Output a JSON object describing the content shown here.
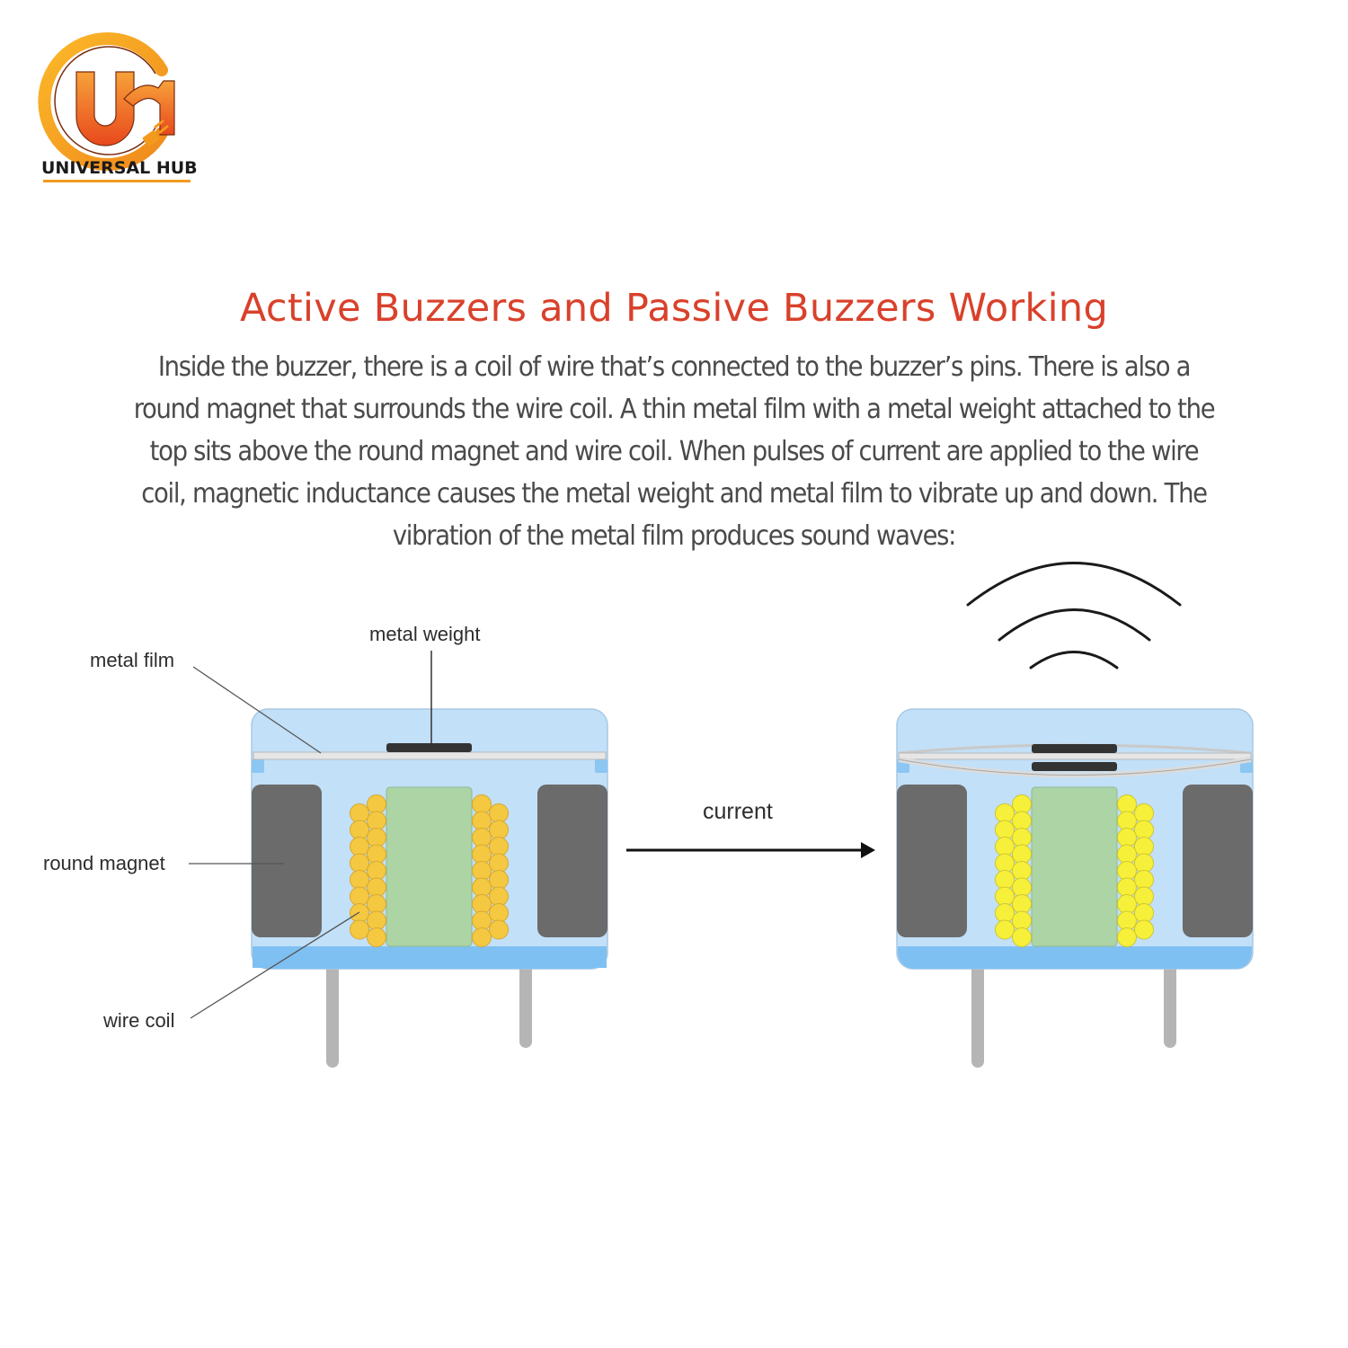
{
  "brand": {
    "name": "UNIVERSAL HUB",
    "logo_monogram": "UN",
    "colors": {
      "orange": "#f39a1e",
      "deep_orange": "#e8521d",
      "text": "#1a1a1a"
    }
  },
  "title": "Active Buzzers and Passive Buzzers Working",
  "paragraph_lines": [
    "Inside the buzzer, there is a coil of wire that’s connected to the buzzer’s pins. There is also a",
    "round magnet that surrounds the wire coil. A thin metal film with a metal weight attached to the",
    "top sits above the round magnet and wire coil. When pulses of current are applied to the wire",
    "coil, magnetic inductance causes the metal weight and metal film to vibrate up and down. The",
    "vibration of the metal film produces sound waves:"
  ],
  "diagram": {
    "labels": {
      "metal_film": "metal film",
      "metal_weight": "metal weight",
      "round_magnet": "round magnet",
      "wire_coil": "wire coil",
      "current": "current"
    },
    "states": [
      "idle",
      "vibrating"
    ],
    "colors": {
      "housing": "#c2e0f8",
      "housing_base": "#7fc0f2",
      "magnet": "#6b6b6b",
      "core": "#acd4a4",
      "coil_idle": "#f5c842",
      "coil_active": "#f7f03a",
      "weight": "#333333",
      "film": "#e6e6e6",
      "pin": "#b5b5b5",
      "title": "#d9412b",
      "body_text": "#4a4a4a"
    },
    "sound_wave_count": 3
  }
}
